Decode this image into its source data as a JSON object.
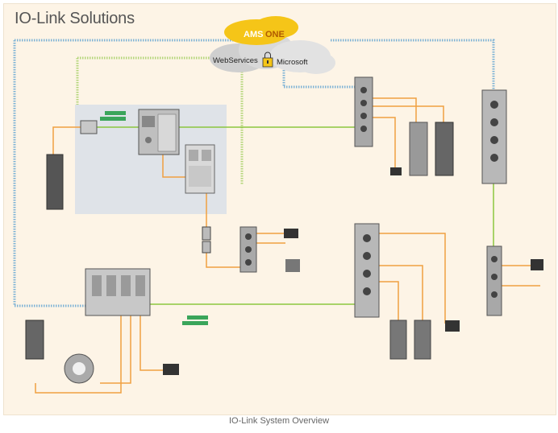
{
  "title": "IO-Link Solutions",
  "caption": "IO-Link System Overview",
  "cloud": {
    "brand_left": "AMS",
    "brand_right": "ONE",
    "services": "WebServices",
    "partner": "Microsoft"
  },
  "colors": {
    "background": "#fdf4e6",
    "ethernet_line": "#8cc63f",
    "iolink_line": "#f0a040",
    "binary_line": "#7fb3d5",
    "cloud": "#d9d9d9",
    "cloud_accent": "#f5c518",
    "device_gray": "#9a9a9a",
    "control_cabinet": "#dfe3e8"
  }
}
